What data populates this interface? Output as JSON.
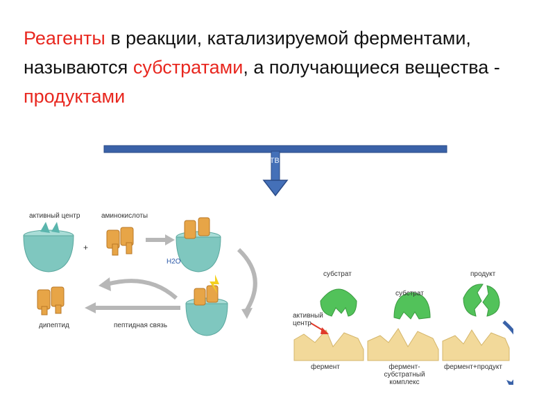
{
  "heading": {
    "part1_red": "Реагенты",
    "part2": " в реакции, катализируемой ферментами, называются ",
    "part3_red": "субстратами",
    "part4": ", а получающиеся вещества - ",
    "part5_red": "продуктами"
  },
  "hidden_fragment": "тв",
  "diagram_left": {
    "label_active_center": "активный центр",
    "label_amino_acids": "аминокислоты",
    "label_plus": "+",
    "label_water": "H2O",
    "label_dipeptide": "дипептид",
    "label_peptide_bond": "пептидная связь"
  },
  "diagram_right": {
    "label_substrate_1": "субстрат",
    "label_substrate_2": "субстрат",
    "label_product": "продукт",
    "label_active_center": "активный центр",
    "label_enzyme": "фермент",
    "label_complex": "фермент-субстратный комплекс",
    "label_enzyme_product": "фермент+продукт"
  },
  "colors": {
    "accent_red": "#e8271f",
    "arrow_blue": "#3a62a8",
    "substrate_green": "#52c25a",
    "enzyme_yellow": "#f2d99a",
    "enzyme_teal": "#7fc7bf"
  }
}
